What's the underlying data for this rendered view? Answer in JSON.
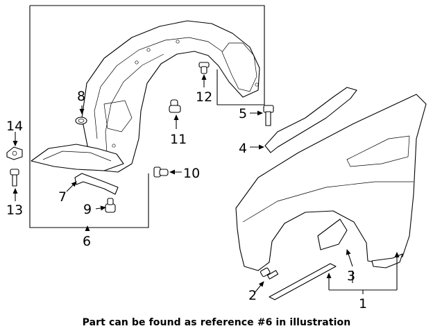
{
  "callouts": {
    "c1": "1",
    "c2": "2",
    "c3": "3",
    "c4": "4",
    "c5": "5",
    "c6": "6",
    "c7": "7",
    "c8": "8",
    "c9": "9",
    "c10": "10",
    "c11": "11",
    "c12": "12",
    "c13": "13",
    "c14": "14"
  },
  "caption": "Part can be found as reference #6 in illustration"
}
